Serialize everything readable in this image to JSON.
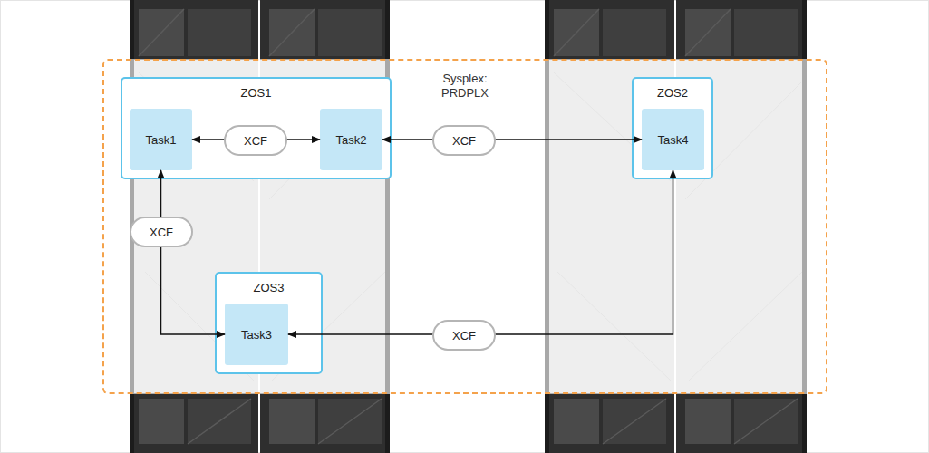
{
  "diagram": {
    "nodes": [
      {
        "text": [
          "Sysplex: PRDPLX"
        ]
      },
      {
        "text": [
          "ZOS1"
        ],
        "in": 0
      },
      {
        "text": [
          "Task1"
        ],
        "in": 1
      },
      {
        "text": [
          "Task2"
        ],
        "in": 1
      },
      {
        "text": [
          "ZOS2"
        ],
        "in": 0
      },
      {
        "text": [
          "Task4"
        ],
        "in": 4
      },
      {
        "text": [
          "ZOS3"
        ],
        "in": 0
      },
      {
        "text": [
          "Task3"
        ],
        "in": 6
      }
    ],
    "edges": [
      {
        "from": 2,
        "to": 3,
        "label": "XCF",
        "arrow": "both"
      },
      {
        "from": 3,
        "to": 5,
        "label": "XCF",
        "arrow": "both"
      },
      {
        "from": 2,
        "to": 7,
        "label": "XCF",
        "arrow": "both"
      },
      {
        "from": 7,
        "to": 5,
        "label": "XCF",
        "arrow": "both"
      }
    ]
  }
}
